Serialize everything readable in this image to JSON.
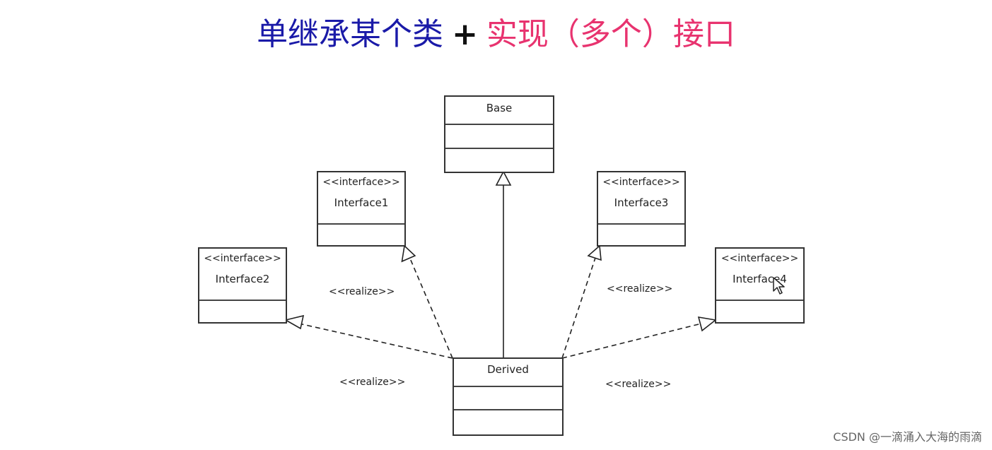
{
  "title": {
    "part1": "单继承某个类",
    "plus": "+",
    "part2": "实现（多个）接口",
    "part1_color": "#1a1aa8",
    "part2_color": "#e8336f"
  },
  "classes": {
    "base": {
      "name": "Base"
    },
    "derived": {
      "name": "Derived"
    },
    "interface1": {
      "stereotype": "<<interface>>",
      "name": "Interface1"
    },
    "interface2": {
      "stereotype": "<<interface>>",
      "name": "Interface2"
    },
    "interface3": {
      "stereotype": "<<interface>>",
      "name": "Interface3"
    },
    "interface4": {
      "stereotype": "<<interface>>",
      "name": "Interface4"
    }
  },
  "relations": {
    "generalization": {
      "from": "Derived",
      "to": "Base"
    },
    "realizations": [
      {
        "from": "Derived",
        "to": "Interface1",
        "label": "<<realize>>"
      },
      {
        "from": "Derived",
        "to": "Interface2",
        "label": "<<realize>>"
      },
      {
        "from": "Derived",
        "to": "Interface3",
        "label": "<<realize>>"
      },
      {
        "from": "Derived",
        "to": "Interface4",
        "label": "<<realize>>"
      }
    ]
  },
  "watermark": "CSDN @一滴涌入大海的雨滴",
  "icons": {
    "cursor": "mouse-pointer-icon"
  }
}
